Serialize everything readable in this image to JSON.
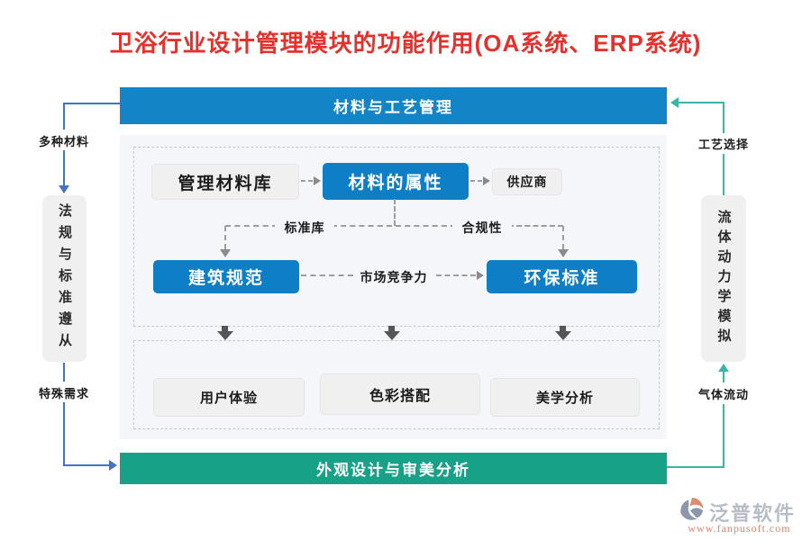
{
  "title": "卫浴行业设计管理模块的功能作用(OA系统、ERP系统)",
  "top_bar": {
    "label": "材料与工艺管理"
  },
  "bottom_bar": {
    "label": "外观设计与审美分析"
  },
  "left_flow": {
    "input_label": "多种材料",
    "box_label": "法规与标准遵从",
    "output_label": "特殊需求"
  },
  "right_flow": {
    "top_label": "工艺选择",
    "box_label": "流体动力学模拟",
    "bottom_label": "气体流动"
  },
  "material_section": {
    "manage_library": "管理材料库",
    "material_attributes": "材料的属性",
    "supplier": "供应商",
    "standard_library": "标准库",
    "compliance": "合规性",
    "building_code": "建筑规范",
    "market_competitiveness": "市场竞争力",
    "environment_standard": "环保标准"
  },
  "aesthetic_section": {
    "items": [
      "用户体验",
      "色彩搭配",
      "美学分析"
    ]
  },
  "logo": {
    "brand": "泛普软件",
    "url": "www.fanpusoft.com"
  },
  "colors": {
    "title_red": "#e4312b",
    "bar_blue": "#1385c6",
    "node_blue": "#0e7fc6",
    "bar_green": "#17a287",
    "flow_blue": "#4472c4",
    "flow_teal": "#3ab5a6",
    "panel_bg": "#f4f6fa"
  }
}
